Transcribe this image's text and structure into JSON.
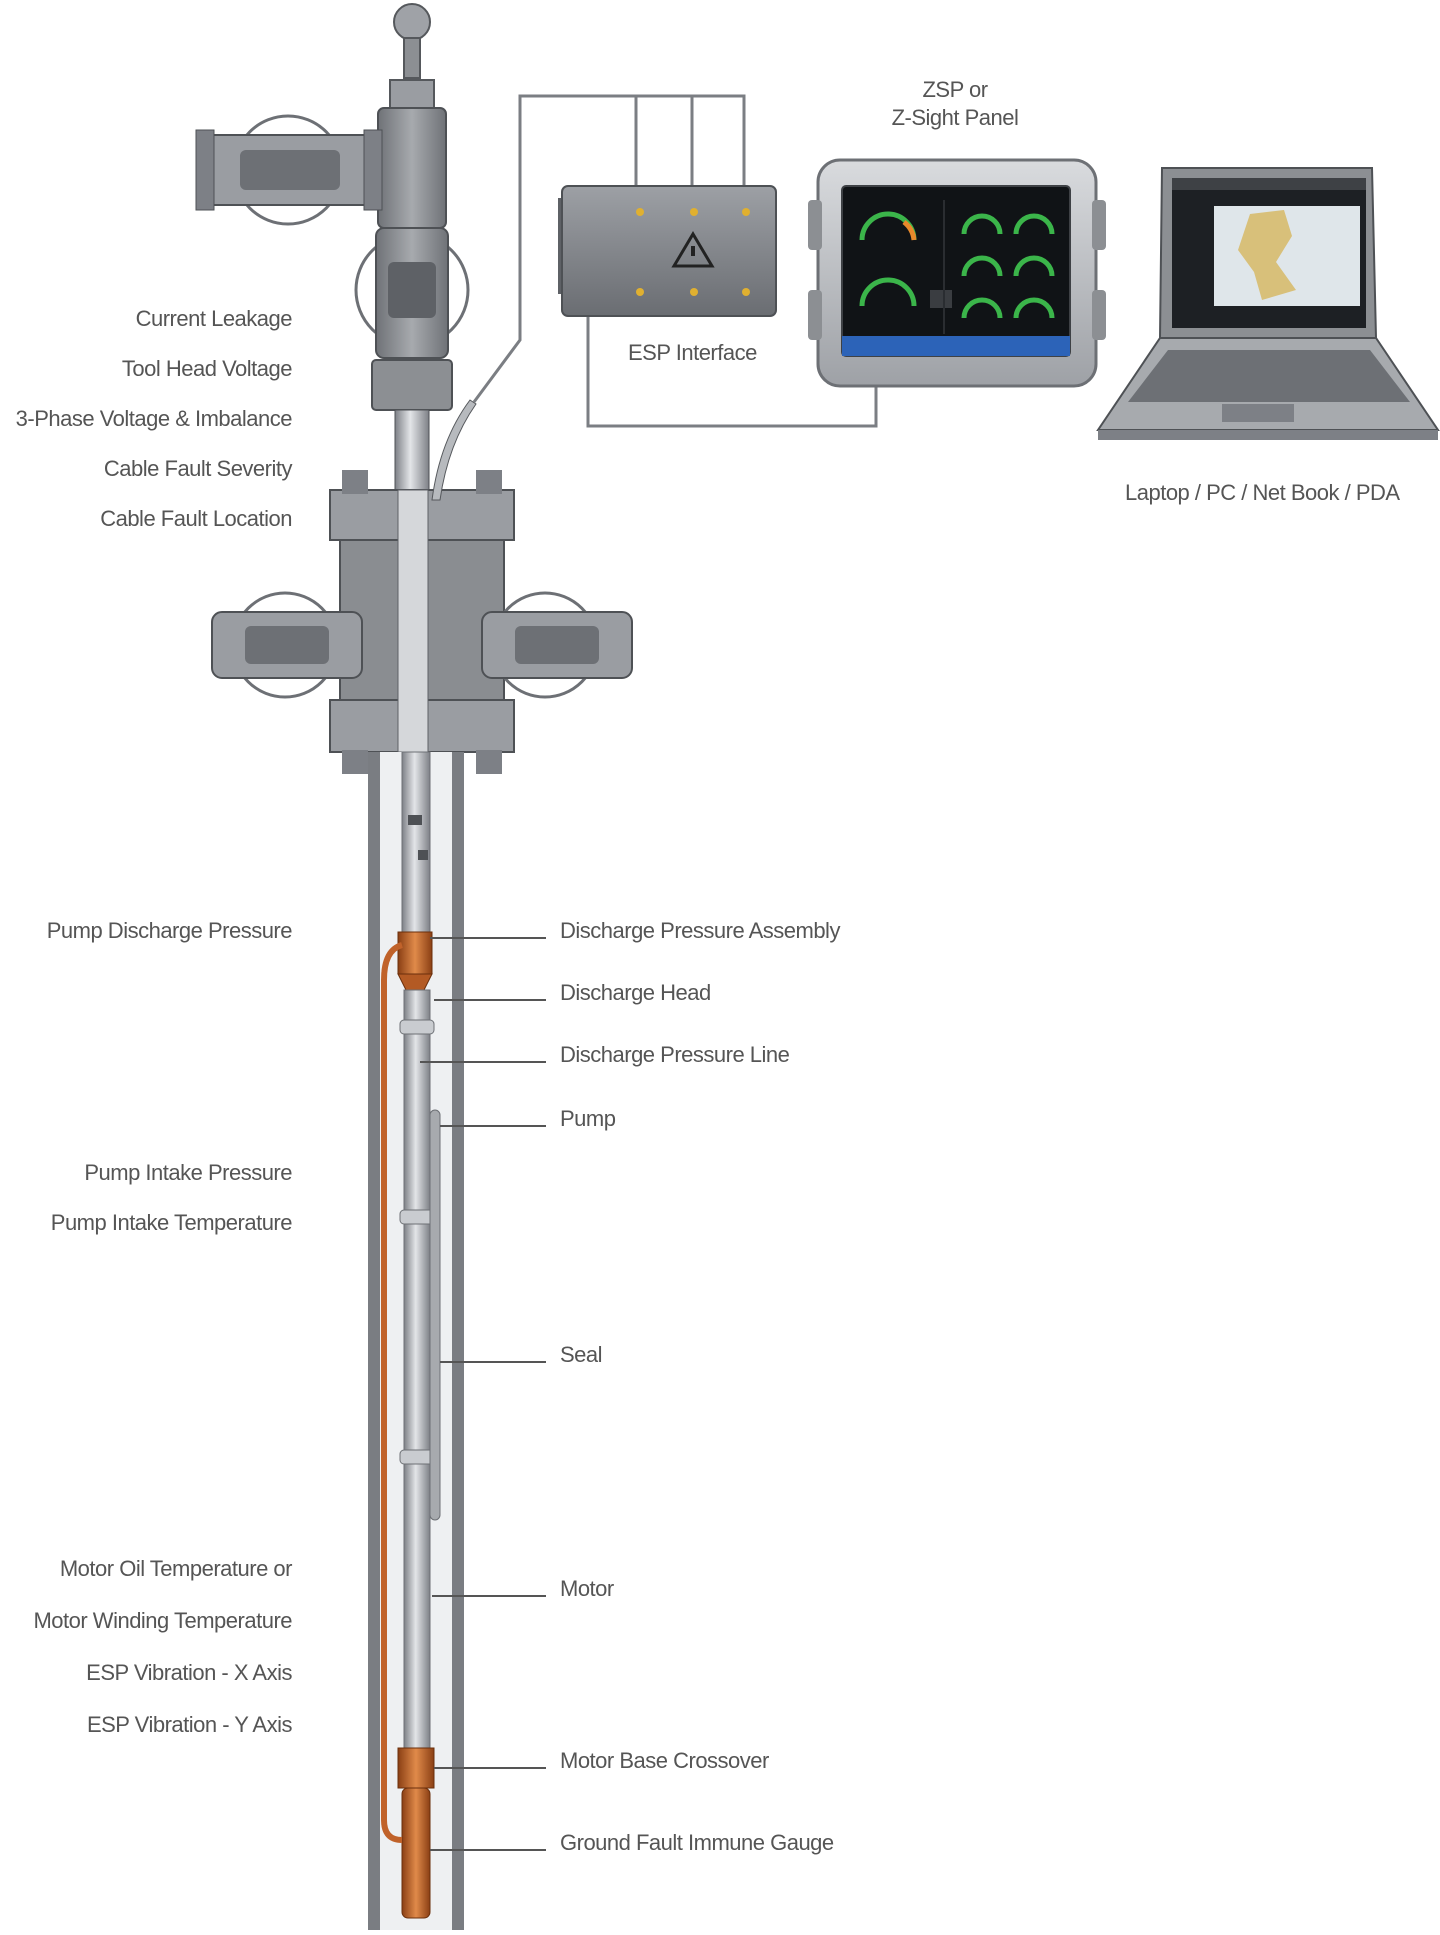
{
  "diagram": {
    "monitoring_labels": [
      "Current Leakage",
      "Tool Head Voltage",
      "3-Phase Voltage & Imbalance",
      "Cable Fault Severity",
      "Cable Fault Location",
      "Pump Discharge Pressure",
      "Pump Intake Pressure",
      "Pump Intake Temperature",
      "Motor Oil Temperature or",
      "Motor Winding Temperature",
      "ESP Vibration - X Axis",
      "ESP Vibration - Y Axis"
    ],
    "component_labels": [
      "Discharge Pressure Assembly",
      "Discharge Head",
      "Discharge Pressure Line",
      "Pump",
      "Seal",
      "Motor",
      "Motor Base Crossover",
      "Ground Fault Immune Gauge"
    ],
    "esp_interface_label": "ESP Interface",
    "panel_title_line1": "ZSP or",
    "panel_title_line2": "Z-Sight Panel",
    "laptop_label": "Laptop / PC / Net Book / PDA"
  },
  "colors": {
    "steel": "#8c8f93",
    "steel_dark": "#5e6166",
    "steel_light": "#c9ccd0",
    "copper": "#c0622a",
    "gauge_green": "#3bb54a",
    "gauge_orange": "#e8892b"
  }
}
